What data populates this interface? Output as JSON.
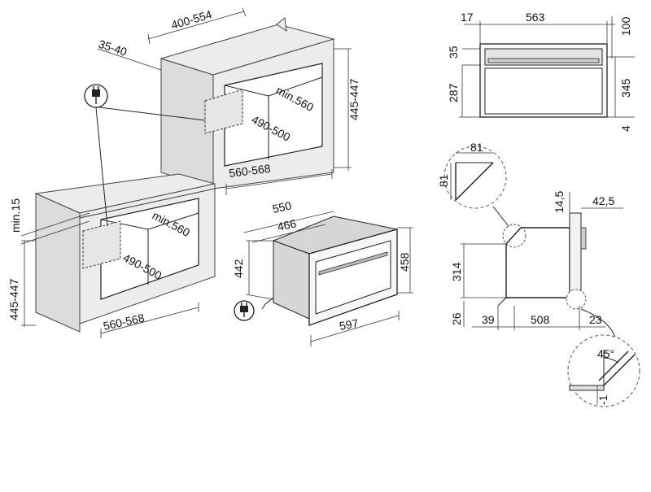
{
  "installation_column": {
    "depth_range": "400-554",
    "rear_gap": "35-40",
    "cavity_height": "445-447",
    "cavity_depth_min": "min.560",
    "cavity_inner": "490-500",
    "cavity_width": "560-568"
  },
  "installation_undercounter": {
    "worktop_gap": "min.15",
    "cavity_height": "445-447",
    "cavity_depth_min": "min.560",
    "cavity_inner": "490-500",
    "cavity_width": "560-568"
  },
  "appliance_3d": {
    "depth_total": "550",
    "depth_body": "466",
    "body_height": "442",
    "front_height": "458",
    "front_width": "597"
  },
  "front_view": {
    "left_offset": "17",
    "body_width": "563",
    "top_height": "100",
    "panel_height": "35",
    "body_height": "287",
    "total_height": "345",
    "bottom_gap": "4"
  },
  "side_view": {
    "detail_a_w": "81",
    "detail_a_h": "81",
    "top_step": "14,5",
    "door_depth": "42,5",
    "body_height": "314",
    "bottom": "26",
    "front_offset": "39",
    "body_depth": "508",
    "rear_offset": "23",
    "angle": "45°",
    "tolerance": "-1"
  }
}
